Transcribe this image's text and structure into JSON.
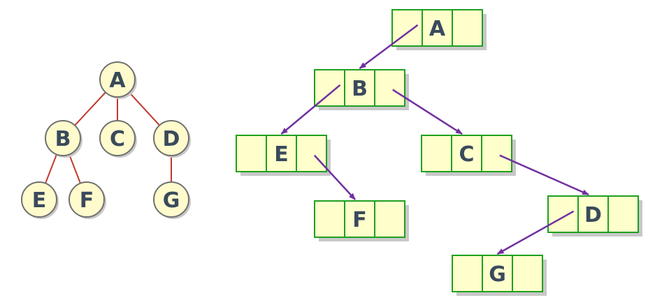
{
  "colors": {
    "tree_node_fill": "#fffbcc",
    "tree_node_stroke": "#707070",
    "tree_edge": "#c0392b",
    "box_fill": "#ffffcc",
    "box_stroke": "#1fa01f",
    "pointer": "#7030a0",
    "label": "#3a4a5c",
    "shadow": "#c8c8c8"
  },
  "tree": {
    "nodes": [
      {
        "id": "A",
        "label": "A"
      },
      {
        "id": "B",
        "label": "B"
      },
      {
        "id": "C",
        "label": "C"
      },
      {
        "id": "D",
        "label": "D"
      },
      {
        "id": "E",
        "label": "E"
      },
      {
        "id": "F",
        "label": "F"
      },
      {
        "id": "G",
        "label": "G"
      }
    ],
    "edges": [
      {
        "from": "A",
        "to": "B"
      },
      {
        "from": "A",
        "to": "C"
      },
      {
        "from": "A",
        "to": "D"
      },
      {
        "from": "B",
        "to": "E"
      },
      {
        "from": "B",
        "to": "F"
      },
      {
        "from": "D",
        "to": "G"
      }
    ]
  },
  "binary_tree": {
    "nodes": [
      {
        "id": "A",
        "label": "A"
      },
      {
        "id": "B",
        "label": "B"
      },
      {
        "id": "E",
        "label": "E"
      },
      {
        "id": "C",
        "label": "C"
      },
      {
        "id": "F",
        "label": "F"
      },
      {
        "id": "D",
        "label": "D"
      },
      {
        "id": "G",
        "label": "G"
      }
    ],
    "pointers": [
      {
        "from": "A",
        "to": "B",
        "field": "left"
      },
      {
        "from": "B",
        "to": "E",
        "field": "left"
      },
      {
        "from": "B",
        "to": "C",
        "field": "right"
      },
      {
        "from": "E",
        "to": "F",
        "field": "right"
      },
      {
        "from": "C",
        "to": "D",
        "field": "right"
      },
      {
        "from": "D",
        "to": "G",
        "field": "left"
      }
    ]
  }
}
